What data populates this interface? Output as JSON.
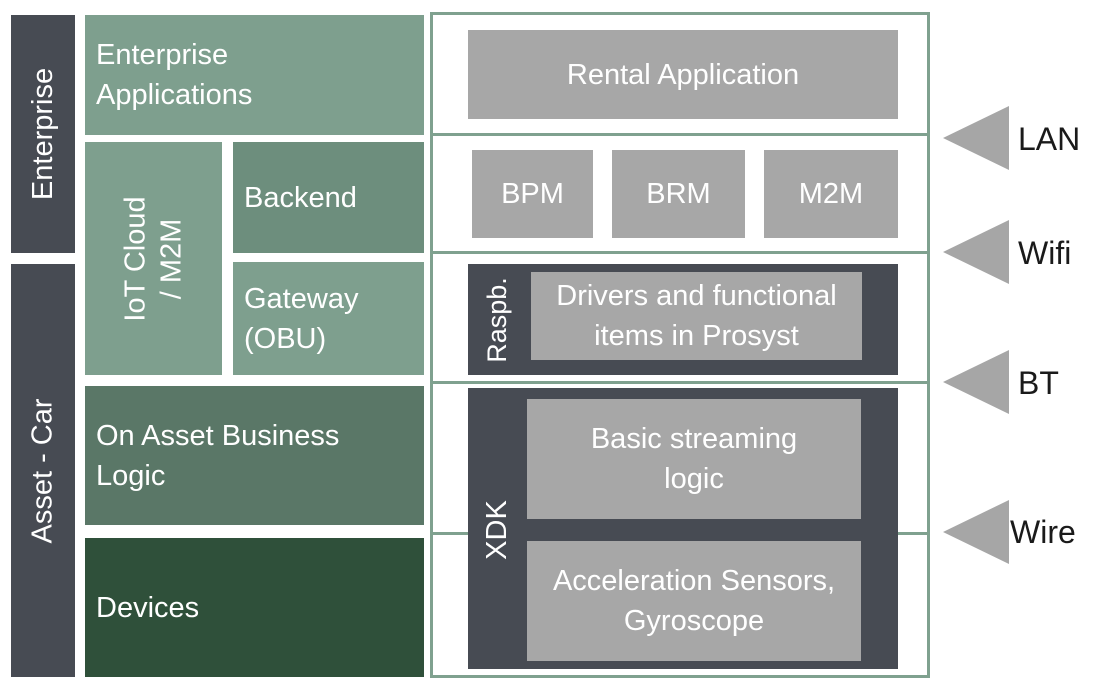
{
  "colors": {
    "dark_slate": "#474b53",
    "green_light": "#7e9f8e",
    "green_mid": "#6d8e7d",
    "green_dark": "#5a7767",
    "green_darkest": "#2f503a",
    "gray_box": "#a7a7a7",
    "frame": "#7fa18f",
    "arrow": "#a6a6a6"
  },
  "left_bars": {
    "enterprise": "Enterprise",
    "asset_car": "Asset - Car"
  },
  "middle": {
    "enterprise_applications": "Enterprise Applications",
    "iot_cloud": "IoT Cloud / M2M",
    "backend": "Backend",
    "gateway": "Gateway (OBU)",
    "on_asset_logic": "On Asset Business Logic",
    "devices": "Devices"
  },
  "right": {
    "rental_application": "Rental Application",
    "bpm": "BPM",
    "brm": "BRM",
    "m2m": "M2M",
    "raspb": "Raspb.",
    "drivers": "Drivers and functional items in Prosyst",
    "xdk": "XDK",
    "basic_streaming": "Basic streaming logic",
    "sensors": "Acceleration Sensors, Gyroscope"
  },
  "connections": {
    "lan": "LAN",
    "wifi": "Wifi",
    "bt": "BT",
    "wire": "Wire"
  }
}
